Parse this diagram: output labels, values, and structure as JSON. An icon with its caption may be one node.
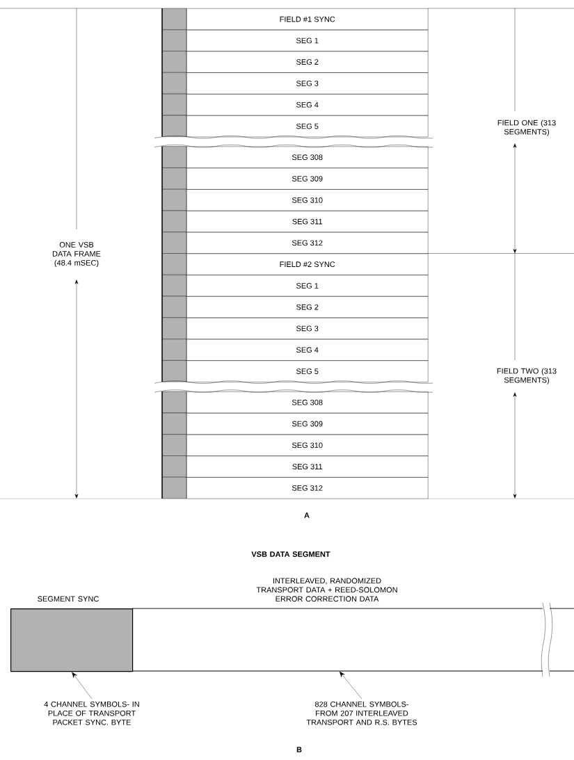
{
  "diagram": {
    "nodes": [
      {
        "text": [
          "FIELD #1 SYNC"
        ]
      },
      {
        "text": [
          "SEG 1"
        ]
      },
      {
        "text": [
          "SEG 2"
        ]
      },
      {
        "text": [
          "SEG 3"
        ]
      },
      {
        "text": [
          "SEG 4"
        ]
      },
      {
        "text": [
          "SEG 5"
        ]
      },
      {
        "text": [
          "SEG 308"
        ]
      },
      {
        "text": [
          "SEG 309"
        ]
      },
      {
        "text": [
          "SEG 310"
        ]
      },
      {
        "text": [
          "SEG 311"
        ]
      },
      {
        "text": [
          "SEG 312"
        ]
      },
      {
        "text": [
          "FIELD #2 SYNC"
        ]
      },
      {
        "text": [
          "SEG 1"
        ]
      },
      {
        "text": [
          "SEG 2"
        ]
      },
      {
        "text": [
          "SEG 3"
        ]
      },
      {
        "text": [
          "SEG 4"
        ]
      },
      {
        "text": [
          "SEG 5"
        ]
      },
      {
        "text": [
          "SEG 308"
        ]
      },
      {
        "text": [
          "SEG 309"
        ]
      },
      {
        "text": [
          "SEG 310"
        ]
      },
      {
        "text": [
          "SEG 311"
        ]
      },
      {
        "text": [
          "SEG 312"
        ]
      },
      {
        "text": [
          "SEGMENT SYNC"
        ]
      },
      {
        "text": [
          "INTERLEAVED, RANDOMIZED TRANSPORT DATA + REED-SOLOMON ERROR CORRECTION DATA"
        ]
      },
      {
        "text": [
          "4 CHANNEL SYMBOLS- IN PLACE OF TRANSPORT PACKET SYNC. BYTE"
        ]
      },
      {
        "text": [
          "828 CHANNEL SYMBOLS- FROM 207 INTERLEAVED TRANSPORT AND R.S. BYTES"
        ]
      }
    ],
    "edges": [
      {
        "from": 24,
        "to": 22,
        "arrow": "to"
      },
      {
        "from": 25,
        "to": 23,
        "arrow": "to"
      }
    ],
    "labels": [
      "FIELD ONE (313 SEGMENTS)",
      "ONE VSB DATA FRAME (48.4 mSEC)",
      "FIELD TWO (313 SEGMENTS)",
      "A",
      "VSB DATA SEGMENT",
      "B"
    ]
  }
}
